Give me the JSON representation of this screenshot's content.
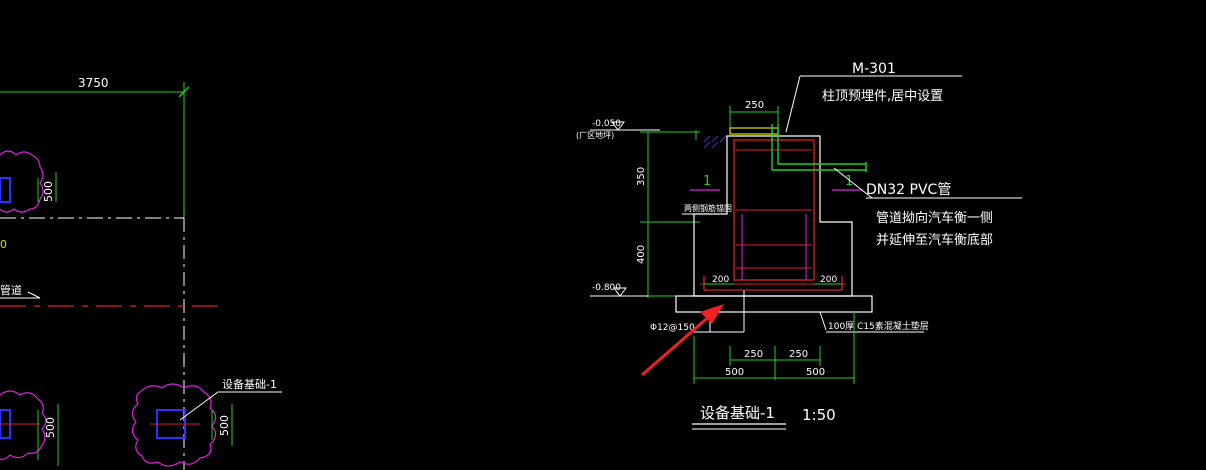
{
  "colors": {
    "background": "#000000",
    "green": "#22d022",
    "white": "#ffffff",
    "red": "#e02020",
    "magenta": "#e020e0",
    "yellow": "#e0e000",
    "blue": "#3030ff",
    "arrow": "#ee2222"
  },
  "left_plan": {
    "dim_top": "3750",
    "dim_500_a": "500",
    "dim_500_b": "500",
    "dim_500_c": "500",
    "fragment_0": "0",
    "fragment_pipe": "管道",
    "equip_label": "设备基础-1"
  },
  "section": {
    "embed_code": "M-301",
    "embed_note": "柱顶预埋件,居中设置",
    "dim_250_top": "250",
    "elev_top": "-0.050",
    "elev_top_note": "(厂区地坪)",
    "dim_350": "350",
    "dim_400": "400",
    "section_mark_left": "1",
    "section_mark_right": "1",
    "pipe_label": "DN32 PVC管",
    "pipe_note_1": "管道拗向汽车衡一侧",
    "pipe_note_2": "并延伸至汽车衡底部",
    "rebar_note": "两侧钢筋锚固",
    "dim_200_left": "200",
    "dim_200_right": "200",
    "elev_bottom": "-0.800",
    "rebar_spec": "Φ12@150",
    "bed_note": "100厚 C15素混凝土垫层",
    "dim_250_b1": "250",
    "dim_250_b2": "250",
    "dim_500_b1": "500",
    "dim_500_b2": "500",
    "title": "设备基础-1",
    "scale": "1:50"
  }
}
